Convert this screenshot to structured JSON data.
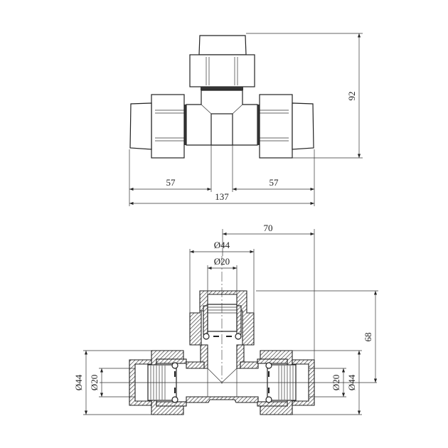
{
  "top_view": {
    "height_dim": "92",
    "left_length_dim": "57",
    "right_length_dim": "57",
    "overall_length_dim": "137"
  },
  "section_view": {
    "branch_offset_dim": "70",
    "branch_outer_diameter": "Ø44",
    "branch_inner_diameter": "Ø20",
    "branch_height_dim": "68",
    "left_outer_diameter": "Ø44",
    "left_inner_diameter": "Ø20",
    "right_inner_diameter": "Ø20",
    "right_outer_diameter": "Ø44"
  }
}
